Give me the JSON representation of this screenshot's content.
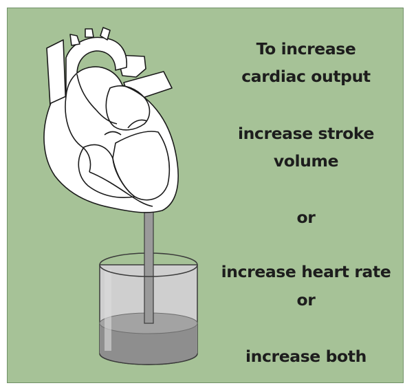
{
  "colors": {
    "background": "#a6c297",
    "border": "#6f8f66",
    "text": "#1d1d1d",
    "heart_fill": "#ffffff",
    "heart_outline": "#1a1a1a",
    "beaker_glass": "#c8c8c8",
    "beaker_liquid": "#8e8e8e",
    "rod": "#9a9a9a"
  },
  "text": {
    "line1": "To increase",
    "line2": "cardiac output",
    "line3": "increase stroke",
    "line4": "volume",
    "line5": "or",
    "line6": "increase heart rate",
    "line7": "or",
    "line8": "increase both"
  },
  "icons": [
    "heart-illustration",
    "beaker-illustration"
  ]
}
